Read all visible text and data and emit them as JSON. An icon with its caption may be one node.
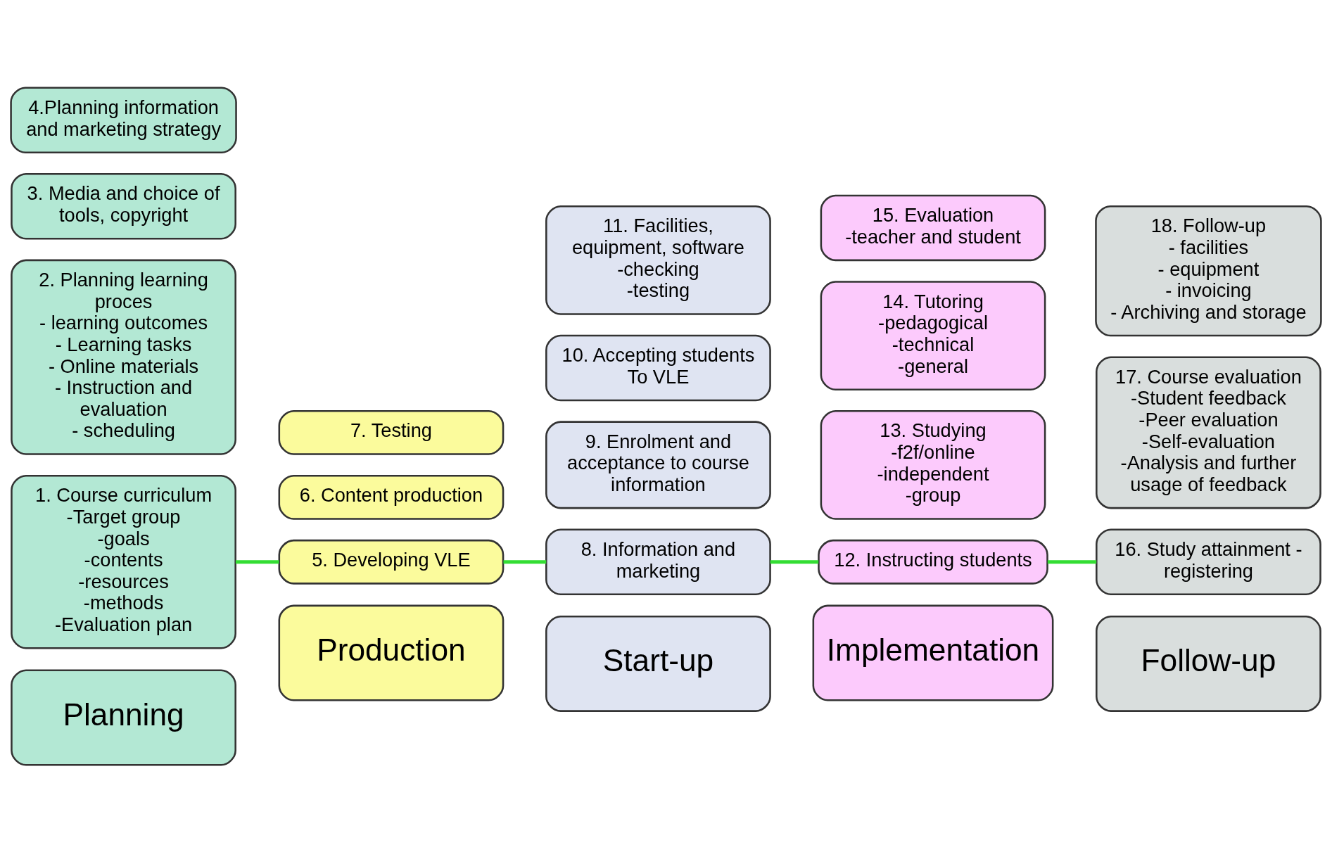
{
  "diagram": {
    "nodes": [
      {
        "text": [
          "Planning"
        ]
      },
      {
        "text": [
          "Production"
        ]
      },
      {
        "text": [
          "Start-up"
        ]
      },
      {
        "text": [
          "Implementation"
        ]
      },
      {
        "text": [
          "Follow-up"
        ]
      },
      {
        "text": [
          "1. Course curriculum",
          "-Target group",
          "-goals",
          "-contents",
          "-resources",
          "-methods",
          "-Evaluation plan"
        ]
      },
      {
        "text": [
          "2. Planning learning proces",
          "- learning outcomes",
          "- Learning tasks",
          "- Online materials",
          "- Instruction and evaluation",
          "- scheduling"
        ]
      },
      {
        "text": [
          "3. Media and choice of tools, copyright"
        ]
      },
      {
        "text": [
          "4.Planning information and marketing strategy"
        ]
      },
      {
        "text": [
          "5. Developing VLE"
        ]
      },
      {
        "text": [
          "6. Content production"
        ]
      },
      {
        "text": [
          "7. Testing"
        ]
      },
      {
        "text": [
          "8. Information and marketing"
        ]
      },
      {
        "text": [
          "9. Enrolment and acceptance to course information"
        ]
      },
      {
        "text": [
          "10. Accepting students To VLE"
        ]
      },
      {
        "text": [
          "11. Facilities, equipment, software",
          "-checking",
          "-testing"
        ]
      },
      {
        "text": [
          "12. Instructing students"
        ]
      },
      {
        "text": [
          "13. Studying",
          "-f2f/online",
          "-independent",
          "-group"
        ]
      },
      {
        "text": [
          "14. Tutoring",
          "-pedagogical",
          "-technical",
          "-general"
        ]
      },
      {
        "text": [
          "15. Evaluation",
          "-teacher and student"
        ]
      },
      {
        "text": [
          "16. Study attainment - registering"
        ]
      },
      {
        "text": [
          "17. Course evaluation",
          "-Student feedback",
          "-Peer evaluation",
          "-Self-evaluation",
          "-Analysis and further usage of feedback"
        ]
      },
      {
        "text": [
          "18. Follow-up",
          "- facilities",
          "- equipment",
          "- invoicing",
          "- Archiving and storage"
        ]
      }
    ],
    "edges": [
      {
        "from": 5,
        "to": 9,
        "arrow": "none"
      },
      {
        "from": 9,
        "to": 12,
        "arrow": "none"
      },
      {
        "from": 12,
        "to": 16,
        "arrow": "none"
      },
      {
        "from": 16,
        "to": 20,
        "arrow": "none"
      }
    ]
  }
}
